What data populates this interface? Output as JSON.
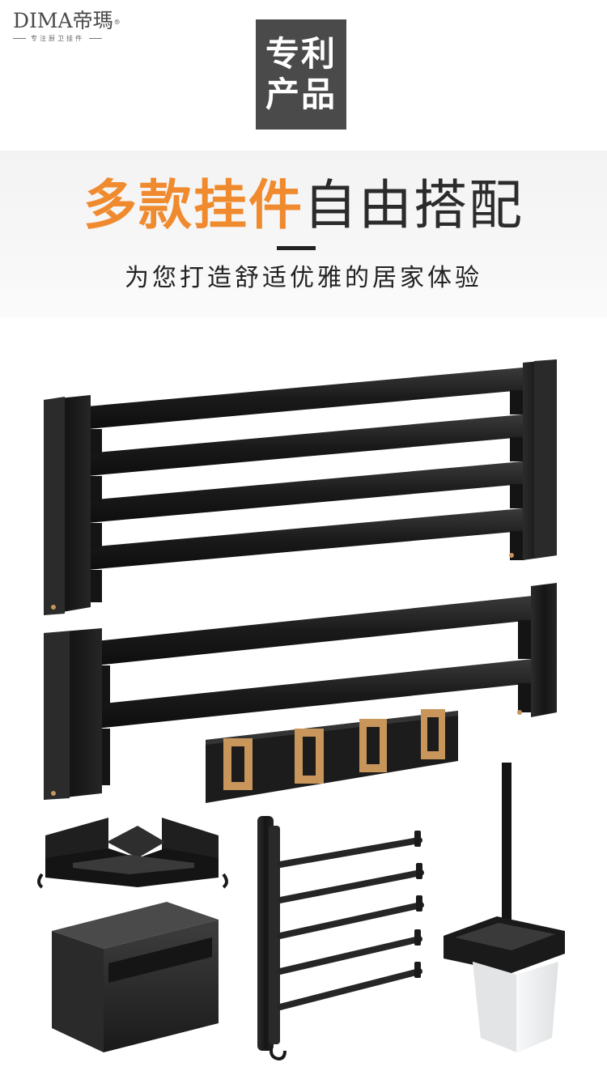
{
  "brand": {
    "name": "DIMA帝瑪",
    "registered_mark": "®",
    "tagline": "专注厨卫挂件"
  },
  "badge": {
    "line1": "专利",
    "line2": "产品"
  },
  "headline": {
    "accent": "多款挂件",
    "plain": "自由搭配"
  },
  "subheadline": "为您打造舒适优雅的居家体验",
  "colors": {
    "accent": "#f08a2e",
    "badge_bg": "#4a4a4a",
    "metal": "#1e1e1e",
    "gold": "#c8955a"
  },
  "icons": {
    "products": "bathroom-accessories-illustration"
  }
}
